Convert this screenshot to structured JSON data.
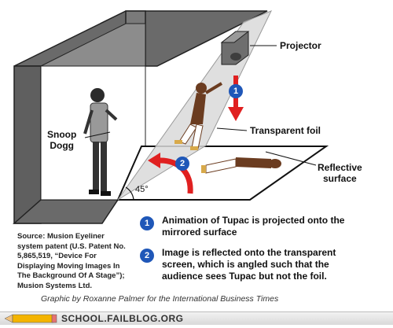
{
  "labels": {
    "projector": "Projector",
    "transparent_foil": "Transparent foil",
    "reflective_surface_line1": "Reflective",
    "reflective_surface_line2": "surface",
    "snoop_line1": "Snoop",
    "snoop_line2": "Dogg",
    "angle": "45°"
  },
  "steps": [
    {
      "number": "1",
      "line1": "Animation of Tupac is projected onto the",
      "line2": "mirrored surface"
    },
    {
      "number": "2",
      "line1": "Image is reflected onto the transparent",
      "line2": "screen, which is angled such that the",
      "line3": "audience sees Tupac but not the foil."
    }
  ],
  "source": {
    "line1": "Source: Musion Eyeliner",
    "line2": "system patent (U.S. Patent No.",
    "line3": "5,865,519, “Device For",
    "line4": "Displaying Moving Images In",
    "line5": "The Background Of A Stage”);",
    "line6": "Musion Systems Ltd."
  },
  "credit": "Graphic by Roxanne Palmer for the International Business Times",
  "footer": "SCHOOL.FAILBLOG.ORG",
  "colors": {
    "wall_dark": "#666666",
    "wall_light": "#b3b3b3",
    "foil": "#d6d6d6",
    "arrow_red": "#e02020",
    "badge_blue": "#1f57b8"
  }
}
